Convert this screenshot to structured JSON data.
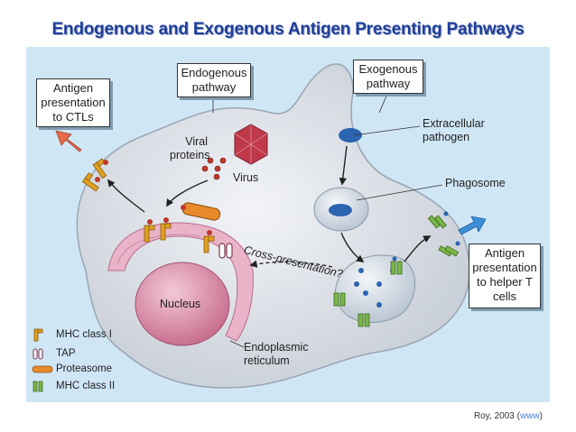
{
  "title": "Endogenous and Exogenous Antigen Presenting Pathways",
  "boxes": {
    "antigen_ctl": "Antigen presentation to CTLs",
    "endogenous": "Endogenous pathway",
    "exogenous": "Exogenous pathway",
    "antigen_helper": "Antigen presentation to helper T cells"
  },
  "labels": {
    "viral_proteins": "Viral proteins",
    "virus": "Virus",
    "extracellular_pathogen": "Extracellular pathogen",
    "phagosome": "Phagosome",
    "cross_presentation": "Cross-presentation?",
    "nucleus": "Nucleus",
    "endoplasmic_reticulum": "Endoplasmic reticulum"
  },
  "legend": [
    {
      "icon": "mhc-class-i-icon",
      "label": "MHC class I"
    },
    {
      "icon": "tap-icon",
      "label": "TAP"
    },
    {
      "icon": "proteasome-icon",
      "label": "Proteasome"
    },
    {
      "icon": "mhc-class-ii-icon",
      "label": "MHC class II"
    }
  ],
  "citation": {
    "text": "Roy, 2003 (",
    "link": "www",
    "close": ")"
  },
  "colors": {
    "title": "#1f3f9a",
    "background_panel": "#cfe6f5",
    "cell": "#dfe3ea",
    "nucleus": "#d98aa8",
    "er": "#e9b3c8",
    "mhc_class_i": "#e0a020",
    "mhc_class_ii": "#7ab648",
    "proteasome": "#e88a2a",
    "arrow_out": "#e96a4a",
    "arrow_in": "#3b8fd8",
    "pathogen": "#2b64b0"
  }
}
